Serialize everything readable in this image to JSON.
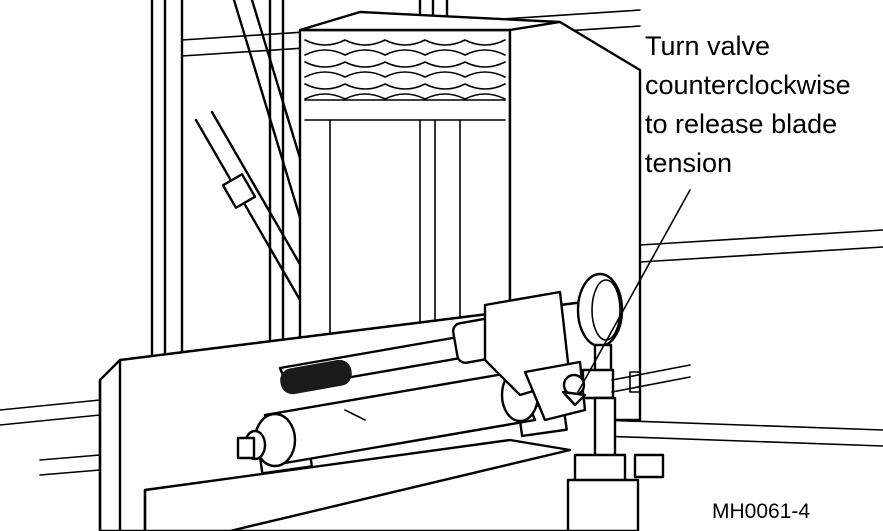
{
  "figure": {
    "callout_lines": [
      "Turn valve",
      "counterclockwise",
      "to release blade",
      "tension"
    ],
    "figure_code": "MH0061-4"
  }
}
